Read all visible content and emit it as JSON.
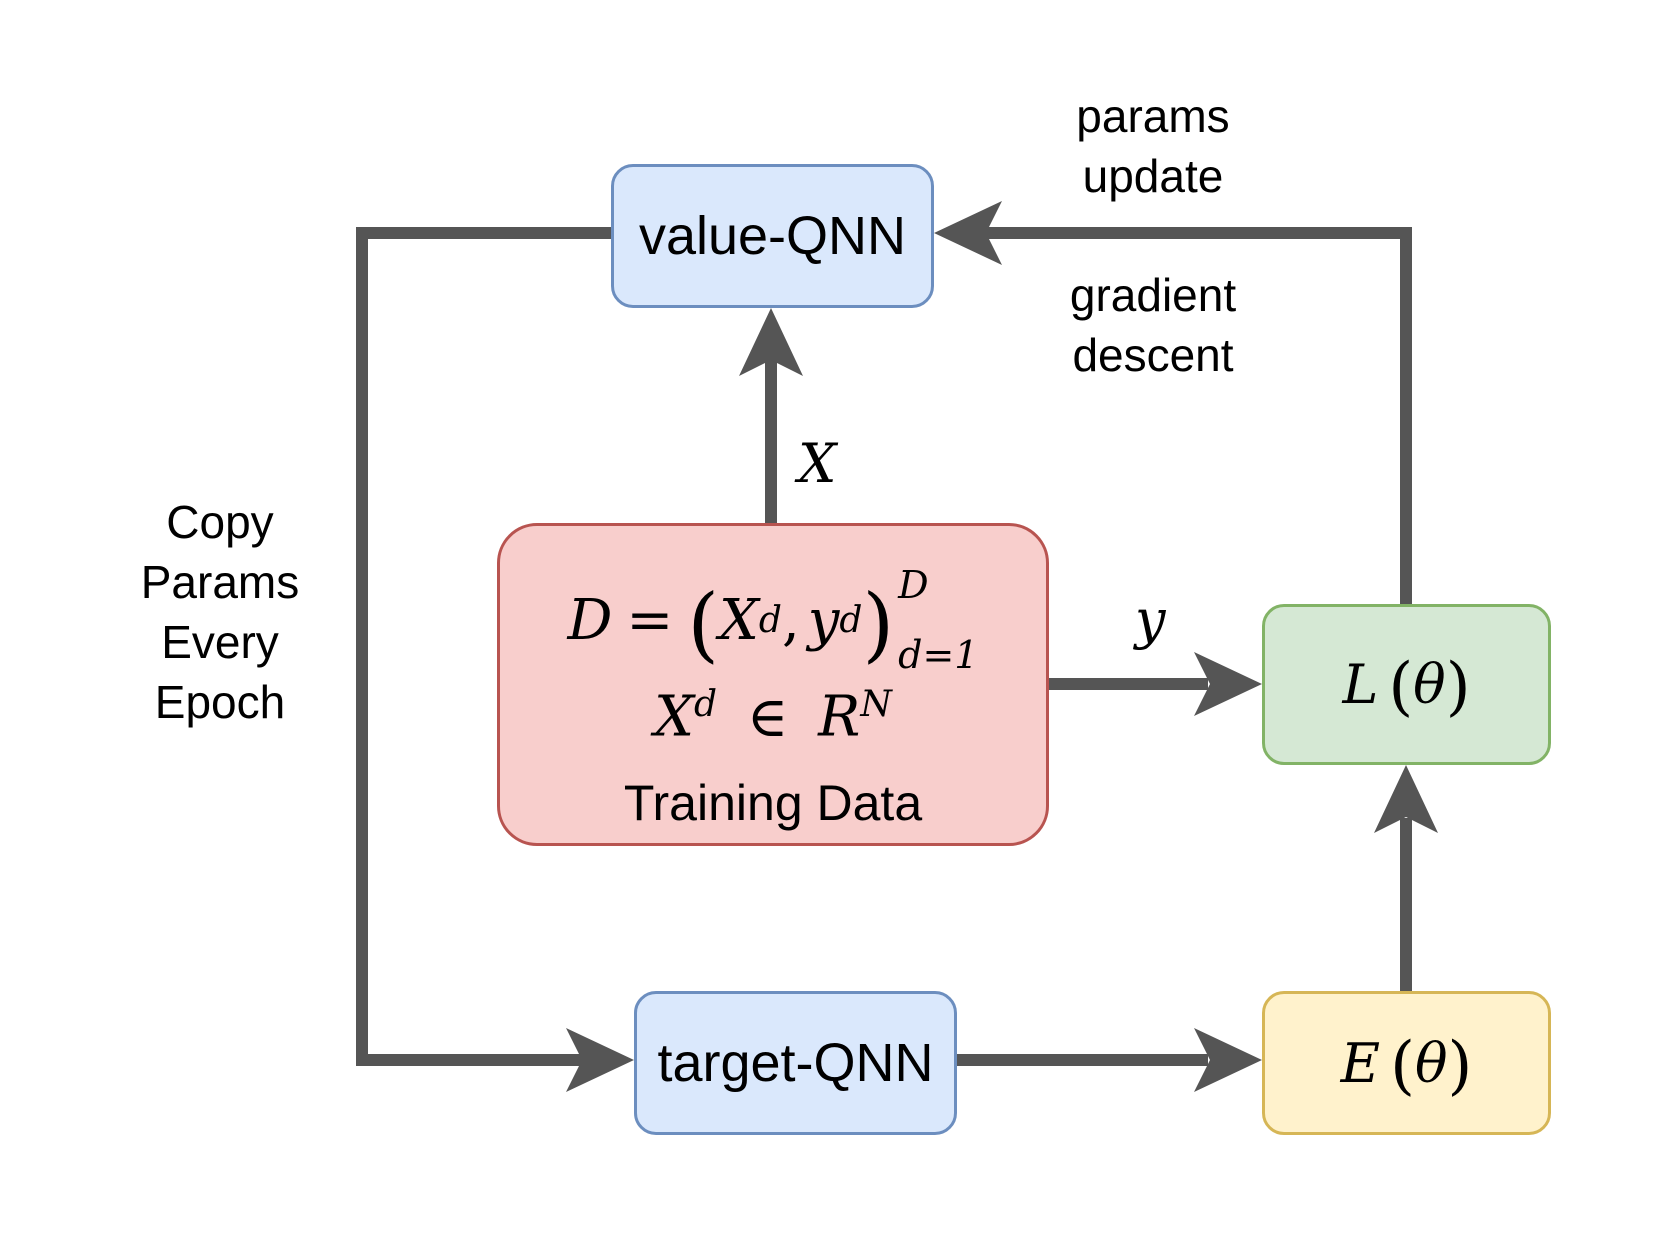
{
  "colors": {
    "edge": "#555555",
    "blue_fill": "#dae8fc",
    "blue_stroke": "#6c8ebf",
    "red_fill": "#f8cecc",
    "red_stroke": "#b85450",
    "green_fill": "#d5e8d4",
    "green_stroke": "#82b366",
    "yellow_fill": "#fff2cc",
    "yellow_stroke": "#d6b656"
  },
  "nodes": {
    "value_qnn": {
      "label": "value-QNN"
    },
    "target_qnn": {
      "label": "target-QNN"
    },
    "training_data": {
      "caption": "Training Data",
      "f1_D": "D",
      "f1_eq": "=",
      "f1_open": "(",
      "f1_X": "X",
      "f1_Xsup": "d",
      "f1_comma": ",",
      "f1_y": "y",
      "f1_ysup": "d",
      "f1_close": ")",
      "f1_upper": "D",
      "f1_lower": "d=1",
      "f2_X": "X",
      "f2_Xsup": "d",
      "f2_in": "∈",
      "f2_R": "R",
      "f2_Rsup": "N"
    },
    "loss": {
      "symbol": "L",
      "open": "(",
      "arg": "θ",
      "close": ")"
    },
    "energy": {
      "symbol": "E",
      "open": "(",
      "arg": "θ",
      "close": ")"
    }
  },
  "edge_labels": {
    "params_update": [
      "params",
      "update"
    ],
    "gradient_descent": [
      "gradient",
      "descent"
    ],
    "copy_params": [
      "Copy",
      "Params",
      "Every",
      "Epoch"
    ],
    "x": "X",
    "y": "y"
  }
}
